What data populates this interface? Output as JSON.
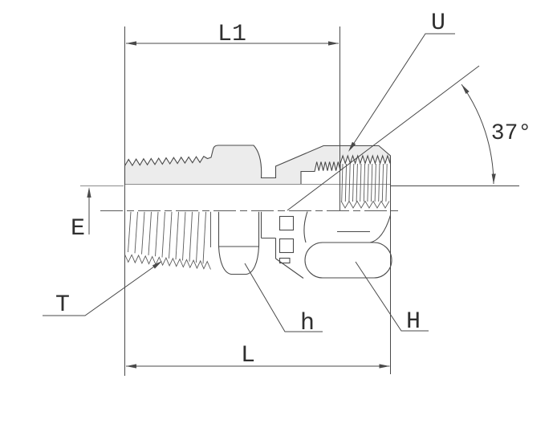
{
  "drawing": {
    "type": "technical-fitting-section",
    "description": "Male tapered thread to female 37-degree flare swivel adapter, half-section drawing",
    "labels": {
      "overall_upper_length": "L1",
      "nose_seat": "U",
      "flare_angle": "37°",
      "thread_offset": "E",
      "male_thread": "T",
      "body_hex": "h",
      "nut_hex": "H",
      "overall_length": "L"
    }
  },
  "colors": {
    "outline": "#4a4a4a",
    "thin_line": "#5a5a5a",
    "reference_line": "#8c8c8c",
    "section_fill": "#ececec",
    "text": "#2f2f2f",
    "background": "#ffffff"
  }
}
